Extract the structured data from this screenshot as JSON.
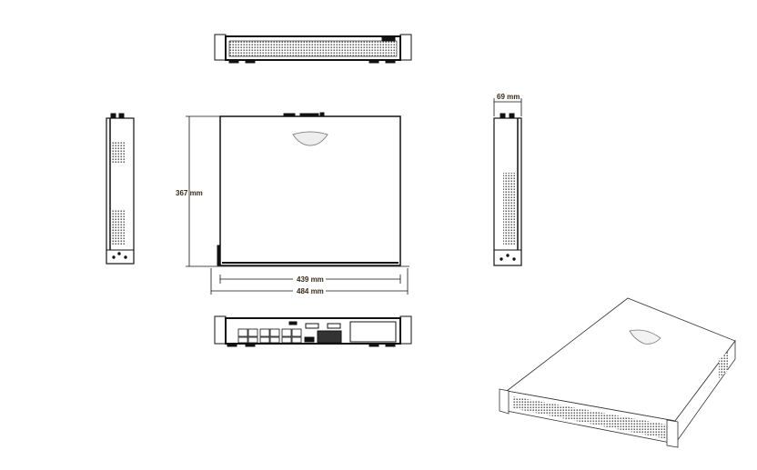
{
  "dimensions": {
    "depth": "367 mm",
    "body_width": "439 mm",
    "total_width": "484 mm",
    "height": "69 mm"
  },
  "colors": {
    "line": "#111111",
    "label": "#3a2a1a",
    "mesh": "#555555"
  }
}
